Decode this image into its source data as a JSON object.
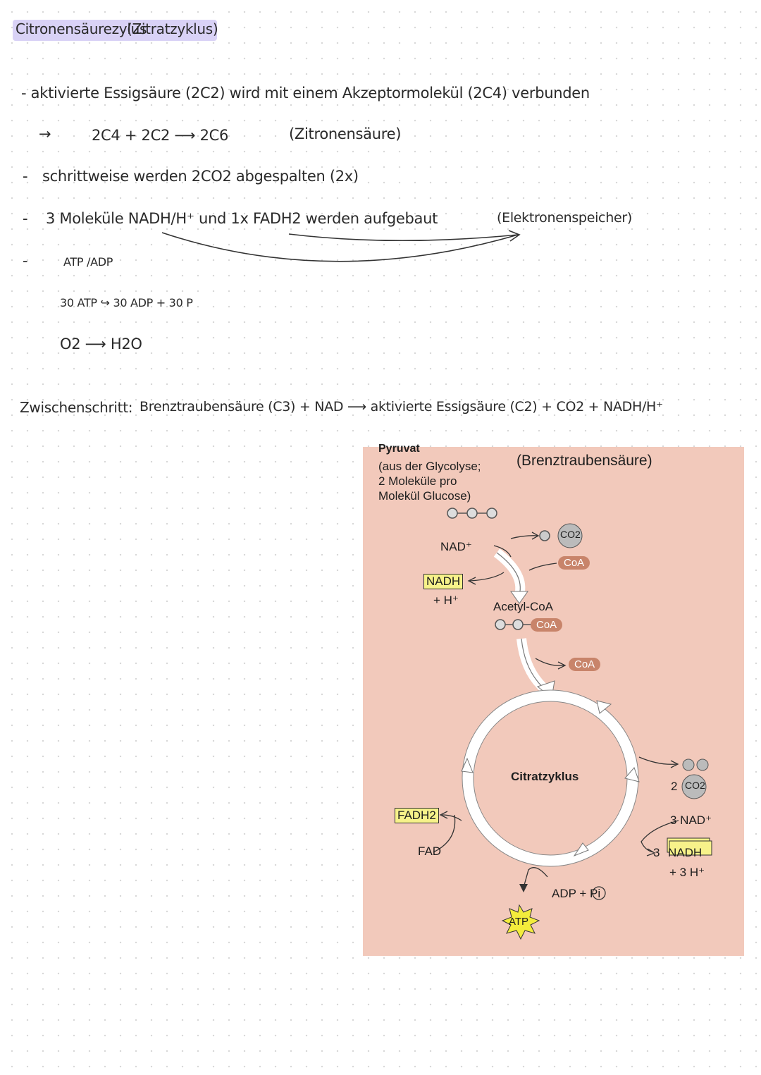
{
  "notes": {
    "title_a": "Citronensäurezylus",
    "title_b": "(Zitratzyklus)",
    "l1": "- aktivierte Essigsäure (2C2) wird mit einem Akzeptormolekül (2C4) verbunden",
    "l2_arrow": "→",
    "l2": "2C4 + 2C2 ⟶ 2C6",
    "l2_note": "(Zitronensäure)",
    "l3_dash": "-",
    "l3": "schrittweise werden 2CO2 abgespalten (2x)",
    "l4_dash": "-",
    "l4": "3 Moleküle NADH/H⁺ und 1x FADH2 werden aufgebaut",
    "l4_note": "(Elektronenspeicher)",
    "l5_dash": "-",
    "l5": "ATP /ADP",
    "l6": "30 ATP ↪ 30 ADP + 30 P",
    "l7": "O2 ⟶ H2O",
    "inter_label": "Zwischenschritt:",
    "inter_eq": "Brenztraubensäure (C3) + NAD ⟶ aktivierte Essigsäure (C2) + CO2 + NADH/H⁺"
  },
  "figure": {
    "pyruvat_title": "Pyruvat",
    "pyruvat_note_1": "(aus der Glycolyse;",
    "pyruvat_note_2": "2 Moleküle pro",
    "pyruvat_note_3": "Molekül Glucose)",
    "german_label": "(Brenztraubensäure)",
    "co2": "CO2",
    "coa_1": "CoA",
    "nad_plus": "NAD⁺",
    "nadh": "NADH",
    "h_plus": "+ H⁺",
    "acetyl_coa": "Acetyl-CoA",
    "coa_2": "CoA",
    "coa_3": "CoA",
    "cycle_label": "Citratzyklus",
    "two_co2": "2",
    "two_co2_box": "CO2",
    "three_nad": "3 NAD⁺",
    "three": "3",
    "three_nadh": "NADH",
    "three_h": "+ 3 H⁺",
    "fadh2": "FADH2",
    "fad": "FAD",
    "adp_pi": "ADP + Pi",
    "atp": "ATP"
  },
  "colors": {
    "figure_bg": "#f2c9bb",
    "highlight": "#d9d2f6",
    "coa_pill": "#c8846a",
    "label_box": "#f7f28a",
    "atp_star": "#f3ec3c"
  }
}
